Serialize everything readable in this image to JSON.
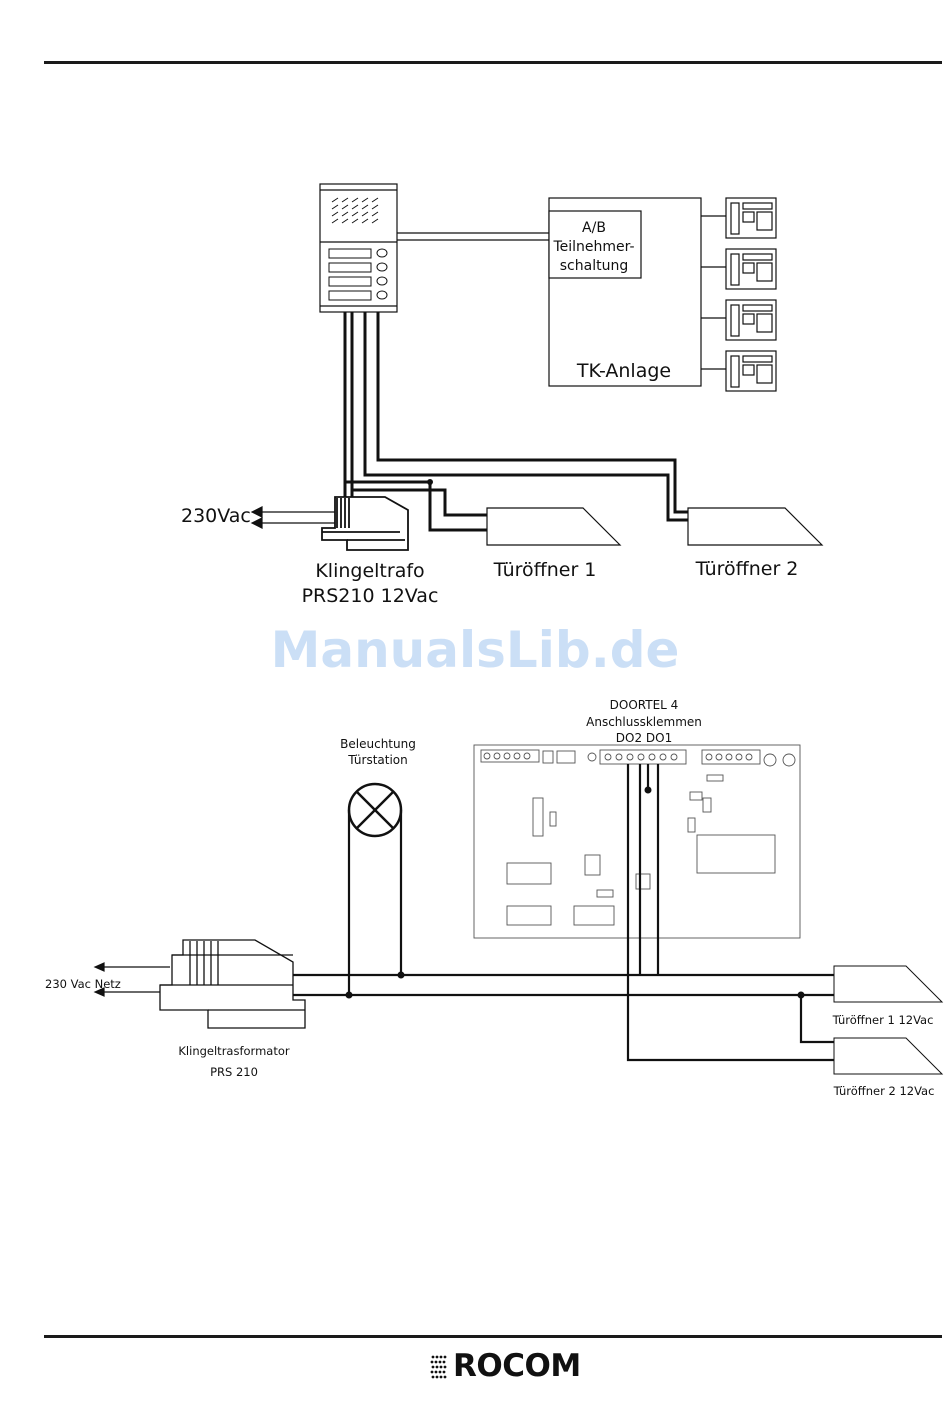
{
  "top": {
    "ab_label": "A/B",
    "teilnehmer_label": "Teilnehmer-",
    "schaltung_label": "schaltung",
    "tk_label": "TK-Anlage",
    "mains_label": "230Vac",
    "trafo_name": "Klingeltrafo",
    "trafo_model": "PRS210 12Vac",
    "opener1_label": "Türöffner 1",
    "opener2_label": "Türöffner 2"
  },
  "watermark": "ManualsLib.de",
  "bottom": {
    "module_title": "DOORTEL 4",
    "module_terminals": "Anschlussklemmen",
    "module_outputs": "DO2 DO1",
    "lamp_label_1": "Beleuchtung",
    "lamp_label_2": "Türstation",
    "mains_label": "230 Vac Netz",
    "trafo_name": "Klingeltrasformator",
    "trafo_model": "PRS 210",
    "opener1_label": "Türöffner 1 12Vac",
    "opener2_label": "Türöffner 2 12Vac"
  },
  "footer": {
    "brand": "ROCOM"
  },
  "colors": {
    "line": "#111111",
    "watermark": "#c6dcf6"
  }
}
